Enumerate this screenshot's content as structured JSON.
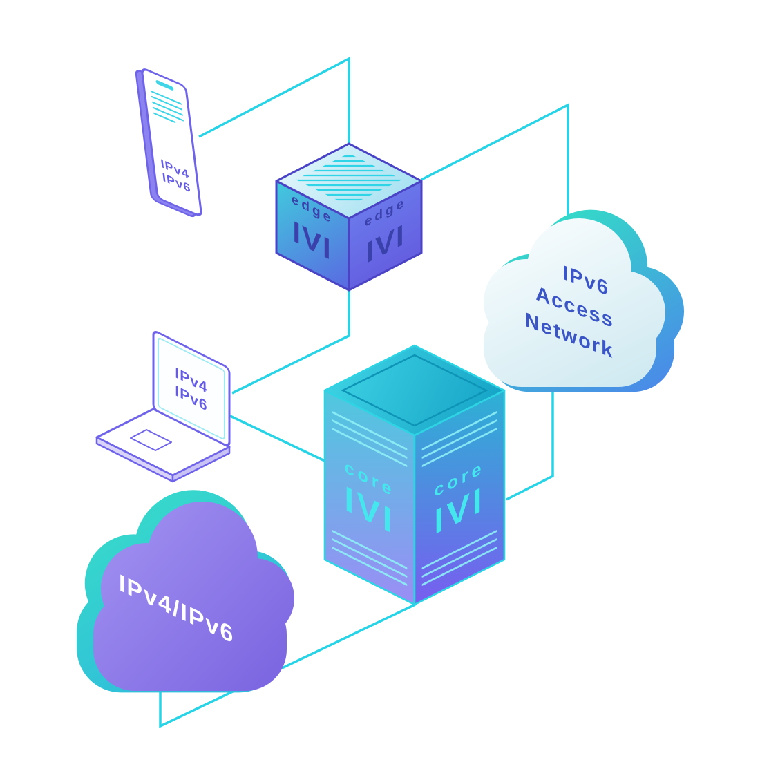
{
  "canvas": {
    "background": "#ffffff"
  },
  "colors": {
    "connector": "#29d3e6",
    "device_outline": "#6f64e8",
    "device_label": "#655ce4",
    "edge_router_label": "#3a41ab",
    "core_router_label": "#45e6ee",
    "ipv6_cloud_text": "#3b55c5",
    "ipv4_ipv6_cloud_text": "#ffffff"
  },
  "nodes": {
    "mobile_device": {
      "label_line1": "IPv4",
      "label_line2": "IPv6"
    },
    "laptop_device": {
      "label_line1": "IPv4",
      "label_line2": "IPv6"
    },
    "edge_router": {
      "role_label": "edge",
      "name_label": "IVI"
    },
    "core_router": {
      "role_label": "core",
      "name_label": "IVI"
    },
    "ipv6_cloud": {
      "line1": "IPv6",
      "line2": "Access",
      "line3": "Network"
    },
    "ipv4_ipv6_cloud": {
      "label": "IPv4/IPv6"
    }
  }
}
